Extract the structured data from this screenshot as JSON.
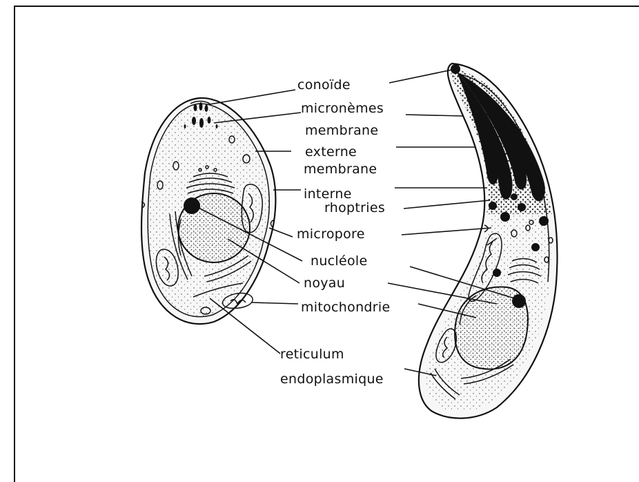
{
  "labels": {
    "conoide": "conoïde",
    "micronemes": "micronèmes",
    "membrane_externe_1": "membrane",
    "membrane_externe_2": "externe",
    "membrane_interne_1": "membrane",
    "membrane_interne_2": "interne",
    "rhoptries": "rhoptries",
    "micropore": "micropore",
    "nucleole": "nucléole",
    "noyau": "noyau",
    "mitochondrie": "mitochondrie",
    "reticulum_1": "reticulum",
    "reticulum_2": "endoplasmique"
  }
}
